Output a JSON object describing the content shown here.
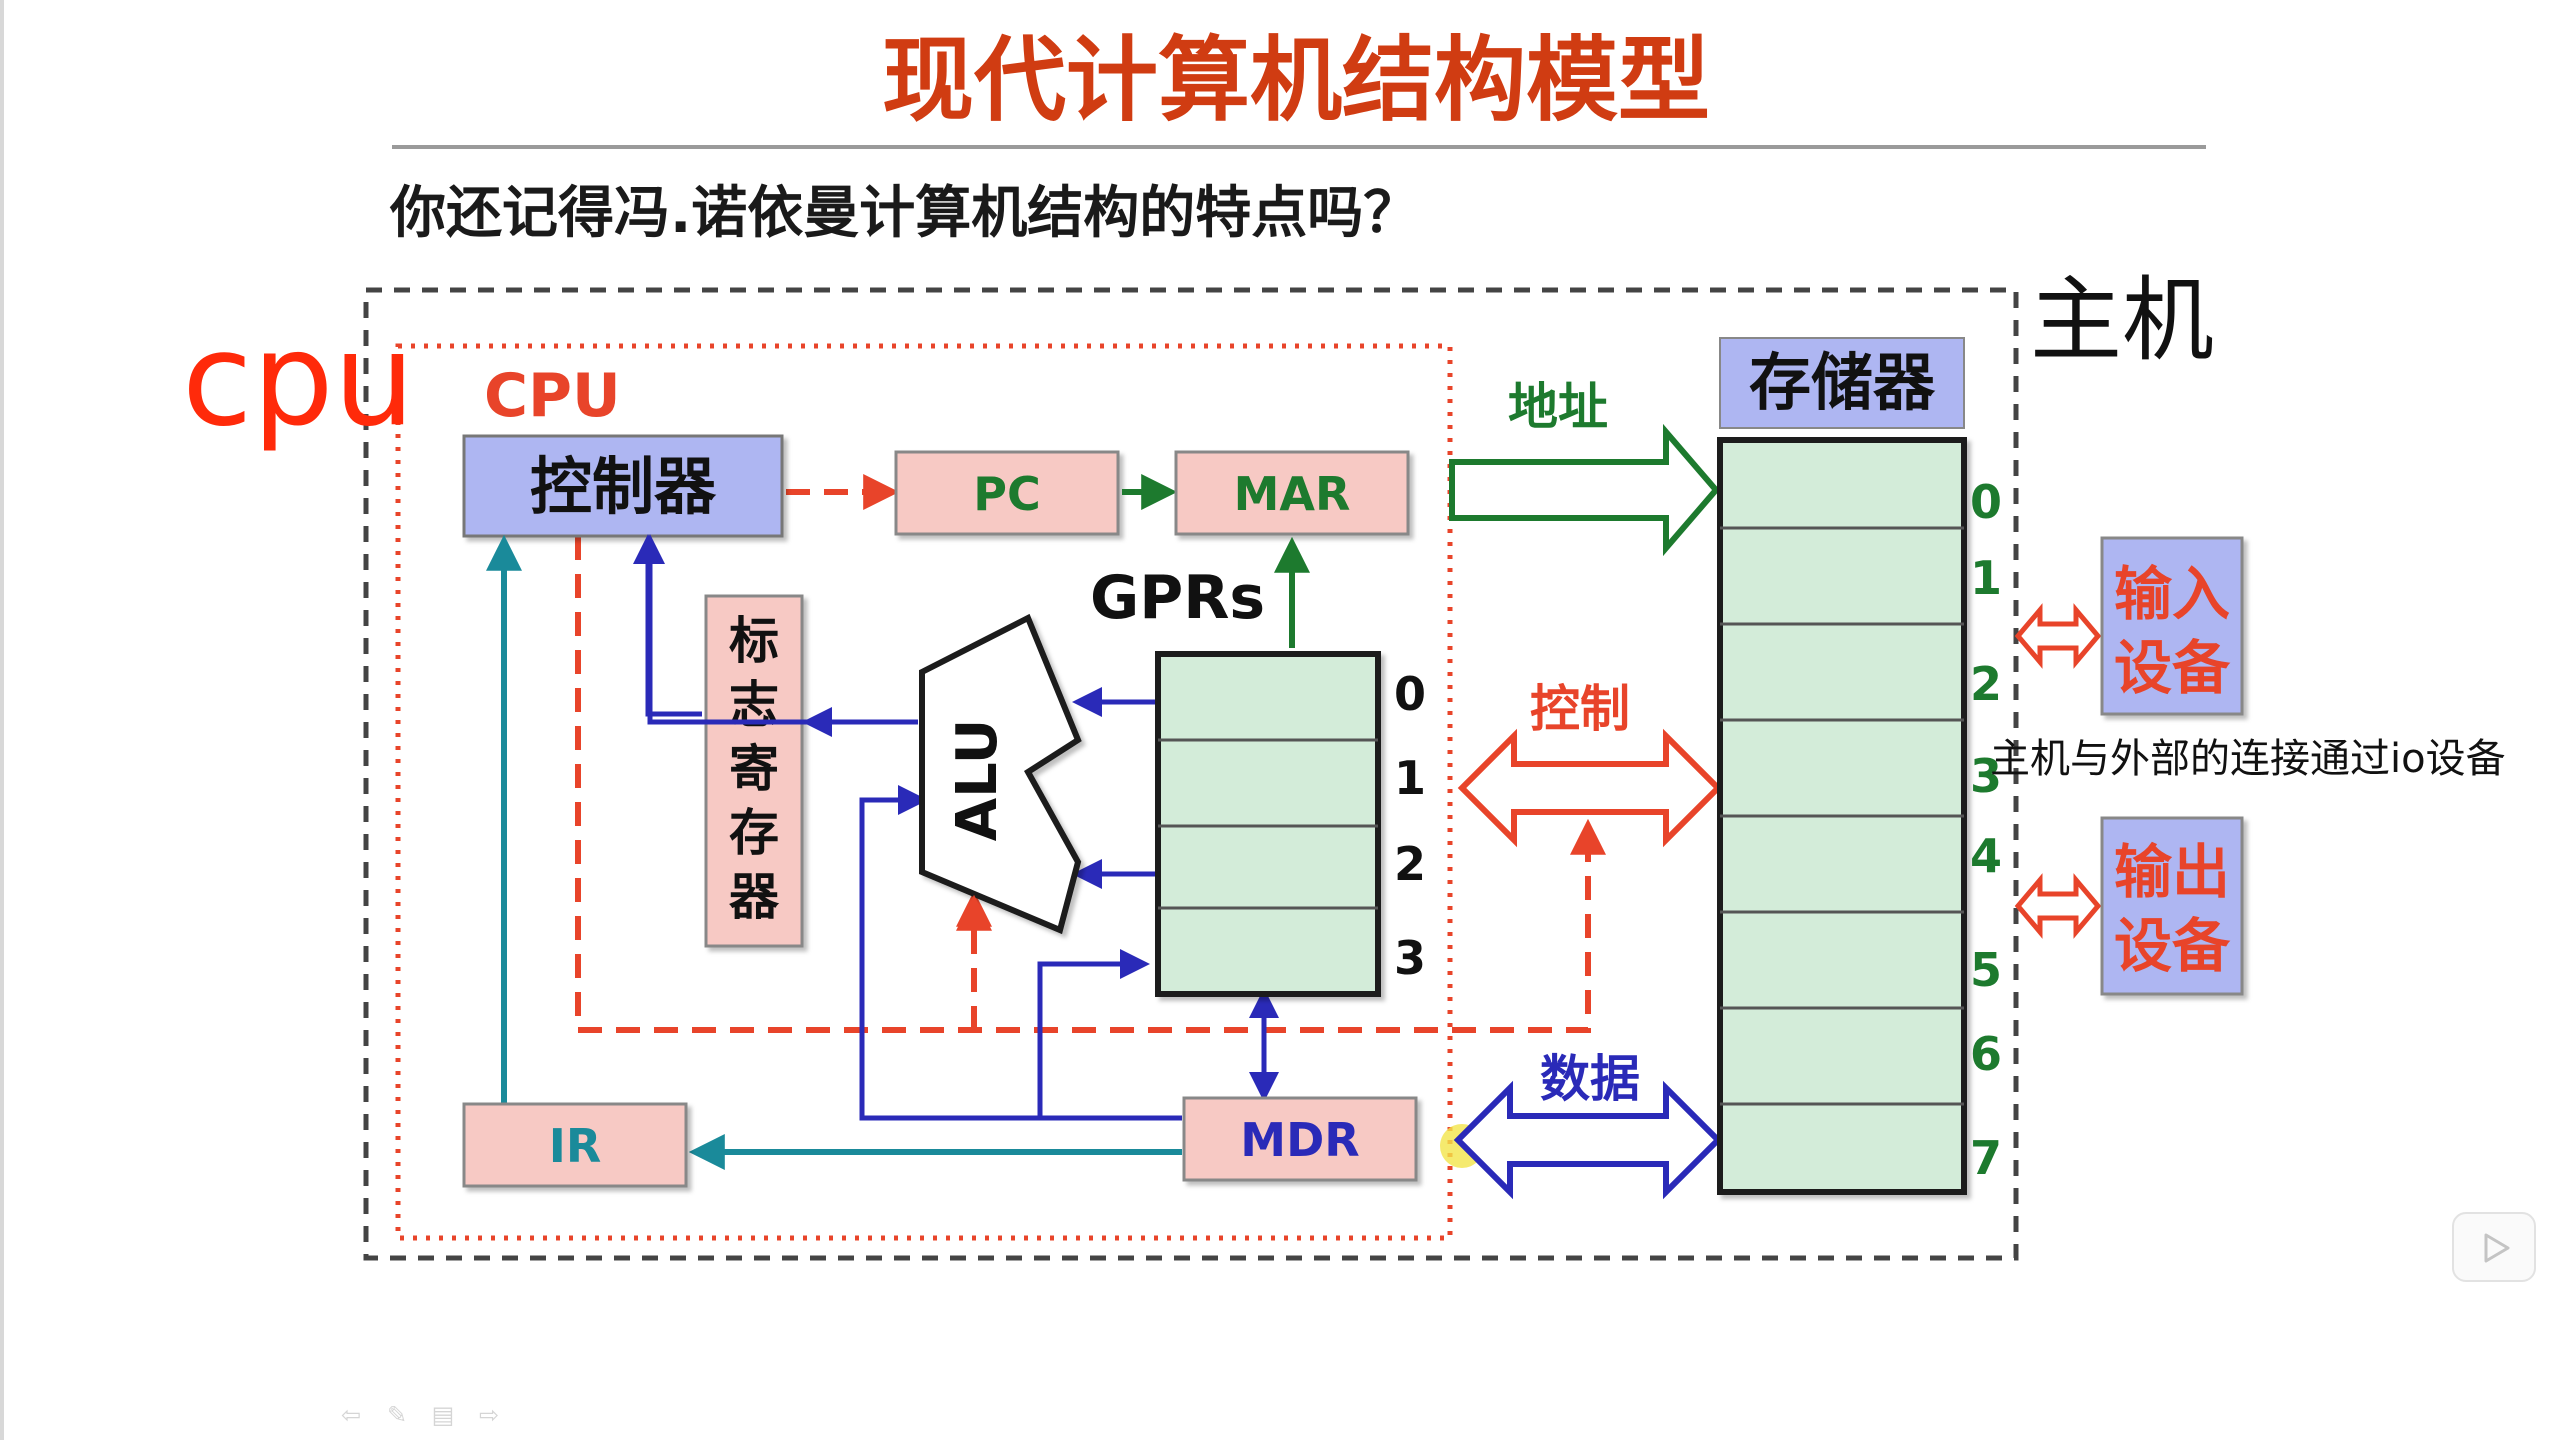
{
  "slide": {
    "title": "现代计算机结构模型",
    "question": "你还记得冯.诺依曼计算机结构的特点吗？"
  },
  "annotations": {
    "cpu": "cpu",
    "host": "主机",
    "io_note": "主机与外部的连接通过io设备"
  },
  "cpu": {
    "label": "CPU",
    "controller": "控制器",
    "pc": "PC",
    "mar": "MAR",
    "gprs": "GPRs",
    "alu": "ALU",
    "flags_register": [
      "标",
      "志",
      "寄",
      "存",
      "器"
    ],
    "register_indices": [
      "0",
      "1",
      "2",
      "3"
    ],
    "ir": "IR",
    "mdr": "MDR"
  },
  "memory": {
    "label": "存储器",
    "cell_indices": [
      "0",
      "1",
      "2",
      "3",
      "4",
      "5",
      "6",
      "7"
    ]
  },
  "buses": {
    "address": "地址",
    "control": "控制",
    "data": "数据"
  },
  "io": {
    "input_line1": "输入",
    "input_line2": "设备",
    "output_line1": "输出",
    "output_line2": "设备"
  },
  "controls": {
    "nav_icons": [
      "prev-icon",
      "pen-icon",
      "menu-icon",
      "next-icon"
    ],
    "nav_glyphs": [
      "⇦",
      "✎",
      "▤",
      "⇨"
    ],
    "play_icon": "play-icon"
  },
  "colors": {
    "title": "#d03c12",
    "cpu_label": "#e8442a",
    "annotation_red": "#ff2a0a",
    "controller_fill": "#aeb6f2",
    "box_pink": "#f7c9c4",
    "memory_cell": "#d3ecd9",
    "green": "#1d7a2e",
    "blue": "#2a2ab8",
    "teal": "#1a8a9a",
    "orange": "#e8442a",
    "io_text": "#e8442a"
  }
}
